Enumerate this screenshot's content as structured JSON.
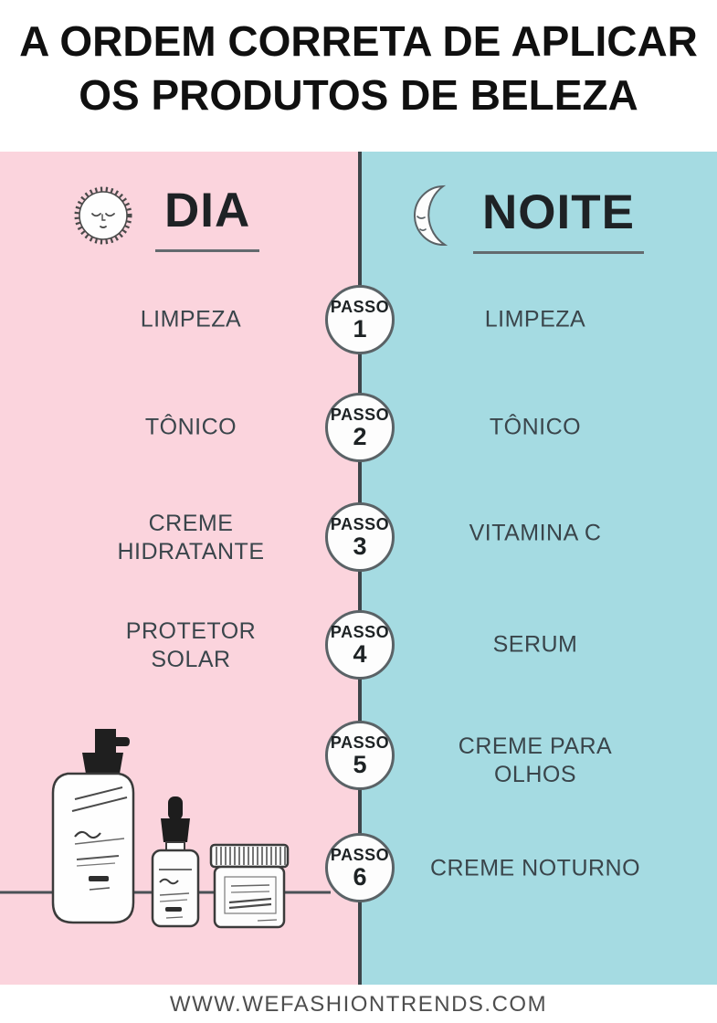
{
  "title": {
    "line1": "A ORDEM CORRETA DE APLICAR",
    "line2": "OS PRODUTOS DE BELEZA"
  },
  "columns": {
    "day": {
      "label": "DIA",
      "icon": "sun-icon"
    },
    "night": {
      "label": "NOITE",
      "icon": "moon-icon"
    }
  },
  "step_word": "PASSO",
  "steps": [
    {
      "number": "1",
      "day": "LIMPEZA",
      "night": "LIMPEZA"
    },
    {
      "number": "2",
      "day": "TÔNICO",
      "night": "TÔNICO"
    },
    {
      "number": "3",
      "day": "CREME HIDRATANTE",
      "night": "VITAMINA C"
    },
    {
      "number": "4",
      "day": "PROTETOR SOLAR",
      "night": "SERUM"
    },
    {
      "number": "5",
      "night": "CREME PARA OLHOS"
    },
    {
      "number": "6",
      "night": "CREME NOTURNO"
    }
  ],
  "illustration": {
    "items": [
      "pump-bottle-icon",
      "dropper-bottle-icon",
      "cream-jar-icon"
    ]
  },
  "footer": {
    "website": "WWW.WEFASHIONTRENDS.COM"
  },
  "colors": {
    "day_bg": "#fbd4dd",
    "night_bg": "#a5dbe2",
    "divider": "#3d454a",
    "label_text": "#3a454b"
  }
}
